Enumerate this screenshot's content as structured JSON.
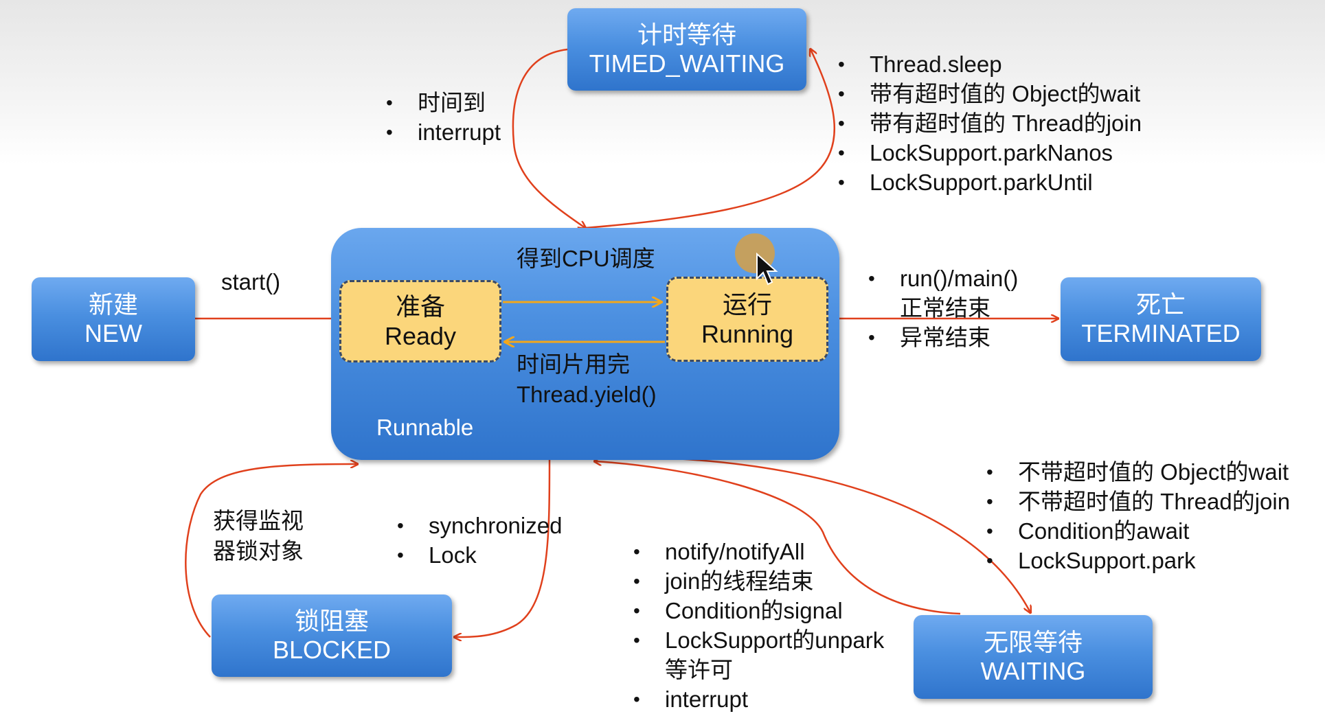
{
  "colors": {
    "state_fill": "#4a8fe0",
    "substate_fill": "#fbd67b",
    "transition_line": "#e0401c",
    "cpu_arrow": "#f3a71b"
  },
  "states": {
    "new": {
      "zh": "新建",
      "en": "NEW"
    },
    "timed_waiting": {
      "zh": "计时等待",
      "en": "TIMED_WAITING"
    },
    "terminated": {
      "zh": "死亡",
      "en": "TERMINATED"
    },
    "blocked": {
      "zh": "锁阻塞",
      "en": "BLOCKED"
    },
    "waiting": {
      "zh": "无限等待",
      "en": "WAITING"
    },
    "runnable": {
      "label": "Runnable"
    }
  },
  "substates": {
    "ready": {
      "zh": "准备",
      "en": "Ready"
    },
    "running": {
      "zh": "运行",
      "en": "Running"
    }
  },
  "labels": {
    "start": "start()",
    "cpu_schedule": "得到CPU调度",
    "timeslice": "时间片用完",
    "yield": "Thread.yield()",
    "acquire_lock_line1": "获得监视",
    "acquire_lock_line2": "器锁对象"
  },
  "lists": {
    "timed_return": [
      "时间到",
      "interrupt"
    ],
    "to_timed_waiting": [
      "Thread.sleep",
      "带有超时值的 Object的wait",
      "带有超时值的 Thread的join",
      "LockSupport.parkNanos",
      "LockSupport.parkUntil"
    ],
    "to_terminated": [
      "run()/main()",
      "正常结束",
      "异常结束"
    ],
    "to_blocked": [
      "synchronized",
      "Lock"
    ],
    "to_waiting": [
      "不带超时值的 Object的wait",
      "不带超时值的 Thread的join",
      "Condition的await",
      "LockSupport.park"
    ],
    "from_waiting": [
      "notify/notifyAll",
      "join的线程结束",
      "Condition的signal",
      "LockSupport的unpark",
      "等许可",
      "interrupt"
    ]
  },
  "icons": {
    "cursor": "mouse-pointer-icon"
  }
}
